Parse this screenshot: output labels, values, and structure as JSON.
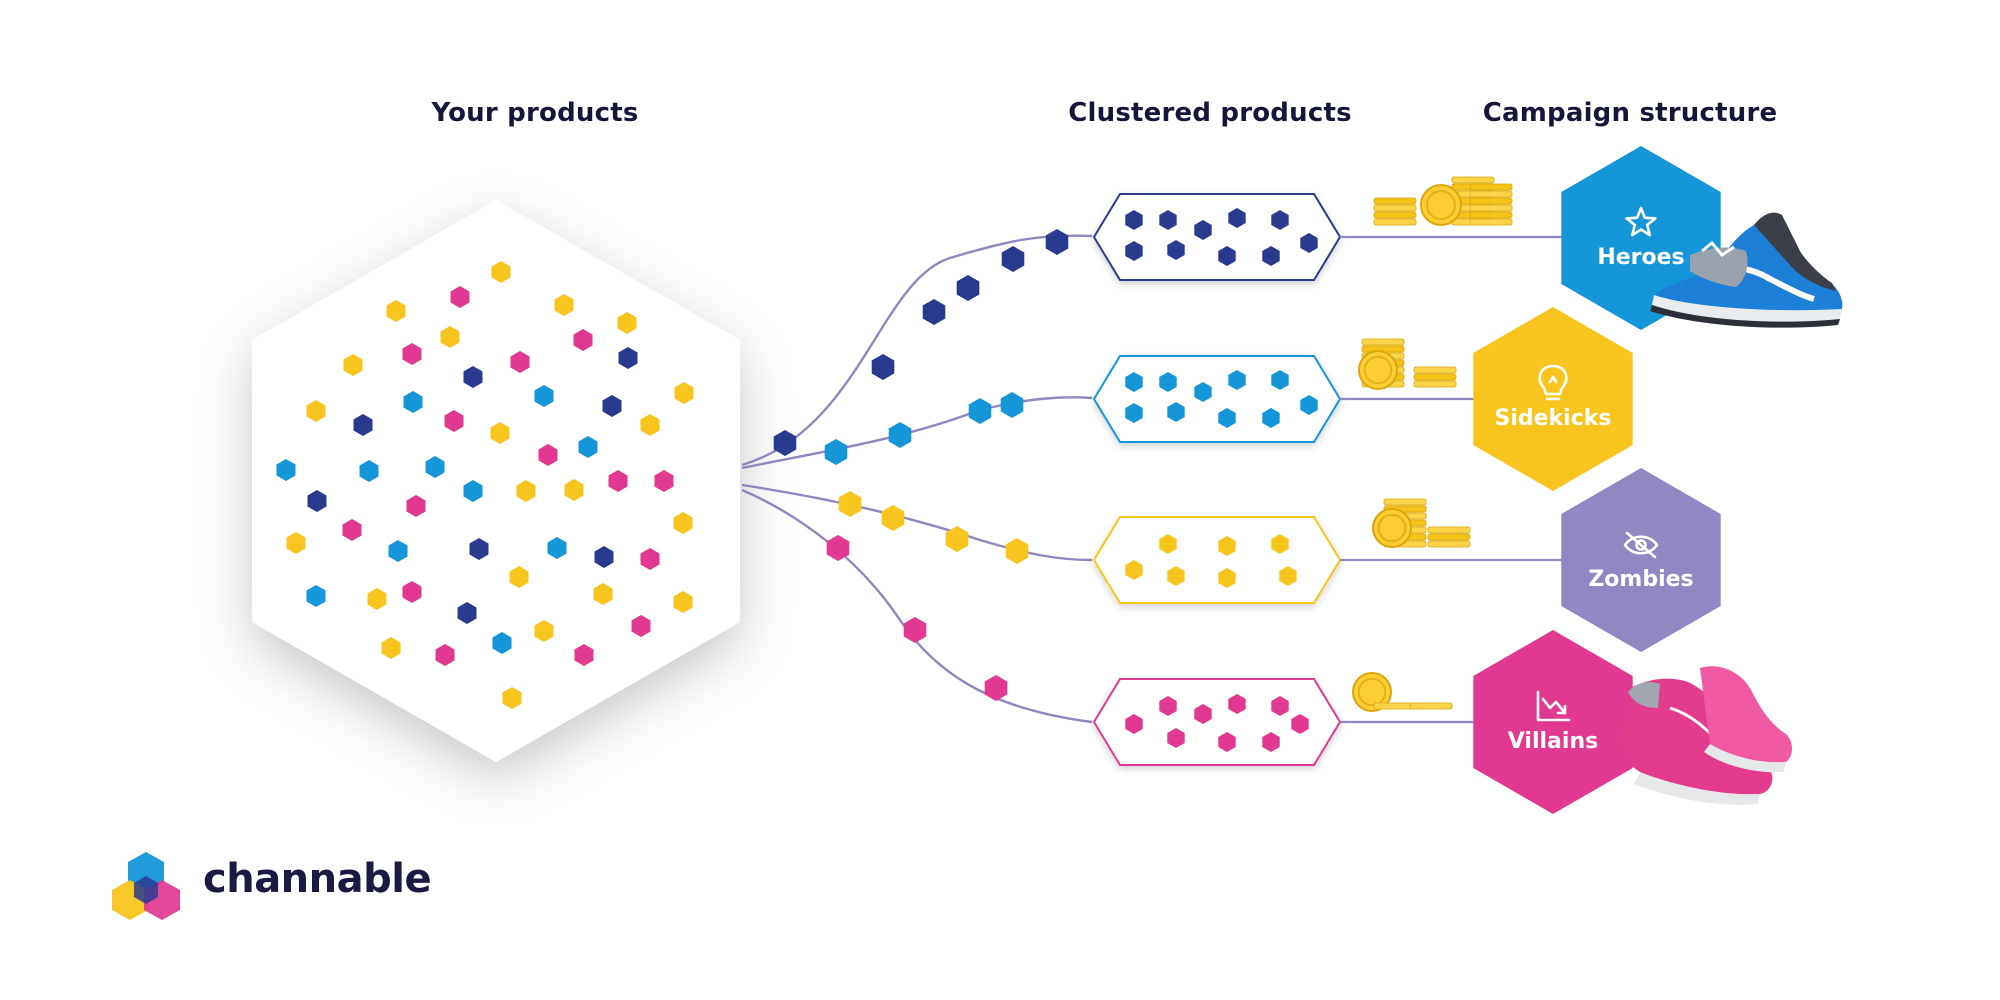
{
  "headings": {
    "products": "Your products",
    "clustered": "Clustered products",
    "campaign": "Campaign structure"
  },
  "tiers": [
    {
      "label": "Heroes",
      "icon": "star-icon",
      "color": "#1596d9",
      "coins": "high"
    },
    {
      "label": "Sidekicks",
      "icon": "lightbulb-icon",
      "color": "#f8c51e",
      "coins": "medium"
    },
    {
      "label": "Zombies",
      "icon": "eye-off-icon",
      "color": "#8f88c2",
      "coins": "medium"
    },
    {
      "label": "Villains",
      "icon": "chart-down-icon",
      "color": "#e13891",
      "coins": "low"
    }
  ],
  "colors": {
    "navy": "#2a3b8f",
    "blue": "#1596d9",
    "yellow": "#f8c51e",
    "pink": "#e13891",
    "purple": "#8f88c2",
    "line": "#8e87c0",
    "text": "#16163a"
  },
  "logo": {
    "text": "channable"
  }
}
